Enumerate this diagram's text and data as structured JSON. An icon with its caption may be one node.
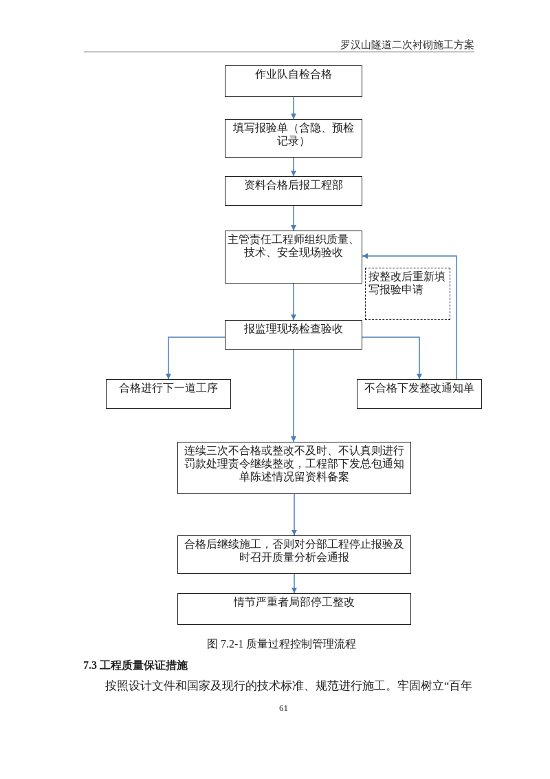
{
  "diagram": {
    "caption": "图 7.2-1 质量过程控制管理流程",
    "nodes": [
      {
        "text": [
          "作业队自检合格"
        ]
      },
      {
        "text": [
          "填写报验单（含隐、预检记录）"
        ]
      },
      {
        "text": [
          "资料合格后报工程部"
        ]
      },
      {
        "text": [
          "主管责任工程师组织质量、技术、安全现场验收"
        ]
      },
      {
        "text": [
          "按整改后重新填写报验申请"
        ]
      },
      {
        "text": [
          "报监理现场检查验收"
        ]
      },
      {
        "text": [
          "合格进行下一道工序"
        ]
      },
      {
        "text": [
          "不合格下发整改通知单"
        ]
      },
      {
        "text": [
          "连续三次不合格或整改不及时、不认真则进行罚款处理责令继续整改，工程部下发总包通知单陈述情况留资料备案"
        ]
      },
      {
        "text": [
          "合格后继续施工，否则对分部工程停止报验及时召开质量分析会通报"
        ]
      },
      {
        "text": [
          "情节严重者局部停工整改"
        ]
      }
    ],
    "edges": [
      {
        "from": 0,
        "to": 1,
        "arrow": "to"
      },
      {
        "from": 1,
        "to": 2,
        "arrow": "to"
      },
      {
        "from": 2,
        "to": 3,
        "arrow": "to"
      },
      {
        "from": 3,
        "to": 5,
        "arrow": "to"
      },
      {
        "from": 5,
        "to": 6,
        "arrow": "to"
      },
      {
        "from": 5,
        "to": 7,
        "arrow": "to"
      },
      {
        "from": 5,
        "to": 8,
        "arrow": "to"
      },
      {
        "from": 7,
        "to": 3,
        "arrow": "to"
      },
      {
        "from": 8,
        "to": 9,
        "arrow": "to"
      },
      {
        "from": 9,
        "to": 10,
        "arrow": "to"
      }
    ],
    "labels": [
      "罗汉山隧道二次衬砌施工方案",
      "7.3 工程质量保证措施",
      "按照设计文件和国家及现行的技术标准、规范进行施工。牢固树立“百年",
      "61"
    ]
  }
}
